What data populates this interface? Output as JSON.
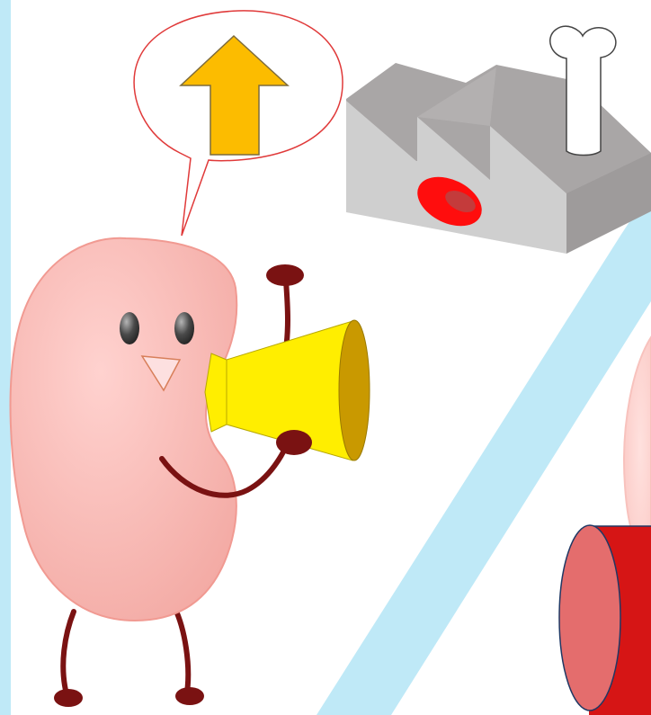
{
  "illustration": {
    "colors": {
      "background": "#ffffff",
      "left_band": "#bfe9f7",
      "diagonal_stripe": "#bfe9f7",
      "kidney_fill": "#f7b1ac",
      "kidney_outline": "#f19a92",
      "limb_color": "#7a1212",
      "eye_color": "#3a3a3a",
      "nose_fill": "#fde0e0",
      "nose_stroke": "#d87f5a",
      "megaphone_yellow": "#ffee00",
      "megaphone_bell_inner": "#c99900",
      "speech_bubble_stroke": "#e03a3a",
      "up_arrow_fill": "#fcbc00",
      "up_arrow_stroke": "#7d6b3c",
      "factory_front": "#cfcfcf",
      "factory_top": "#a9a6a6",
      "factory_side": "#9e9b9b",
      "chimney_fill": "#ffffff",
      "chimney_stroke": "#444444",
      "red_blood_cell": "#ff0d0d",
      "red_blood_cell_center": "#c43b3b",
      "cylinder_body": "#d61515",
      "cylinder_face": "#e46d6d",
      "cylinder_outline": "#203864"
    },
    "icons": {
      "character": "kidney-character",
      "speech_bubble": "speech-bubble",
      "arrow": "up-arrow-icon",
      "megaphone": "megaphone-icon",
      "factory": "factory-icon",
      "chimney": "bone-chimney-icon",
      "blood_cell": "red-blood-cell-icon",
      "cylinder": "red-cylinder"
    }
  }
}
